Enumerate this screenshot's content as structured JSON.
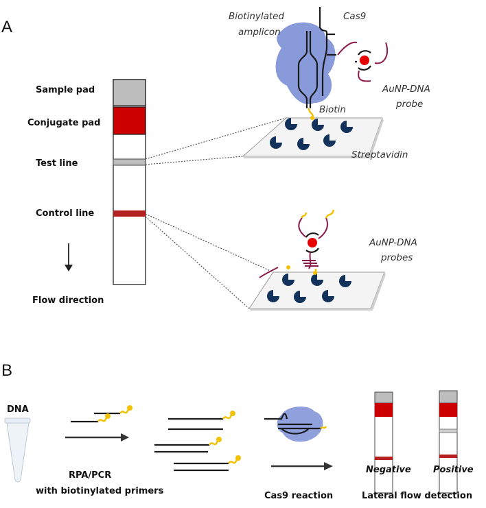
{
  "panels": {
    "a": "A",
    "b": "B"
  },
  "panel_a": {
    "strip_labels": {
      "sample_pad": "Sample pad",
      "conjugate_pad": "Conjugate pad",
      "test_line": "Test line",
      "control_line": "Control line",
      "flow_direction": "Flow direction"
    },
    "annotations": {
      "biotinylated_amplicon_1": "Biotinylated",
      "biotinylated_amplicon_2": "amplicon",
      "cas9": "Cas9",
      "aunp_probe_1": "AuNP-DNA",
      "aunp_probe_2": "probe",
      "biotin": "Biotin",
      "streptavidin": "Streptavidin",
      "aunp_probes_1": "AuNP-DNA",
      "aunp_probes_2": "probes"
    }
  },
  "panel_b": {
    "dna": "DNA",
    "rpa_pcr_1": "RPA/PCR",
    "rpa_pcr_2": "with biotinylated primers",
    "cas9_reaction": "Cas9 reaction",
    "lateral_flow": "Lateral flow detection",
    "negative": "Negative",
    "positive": "Positive"
  },
  "colors": {
    "sample_pad": "#bdbdbe",
    "conjugate_pad": "#cc0000",
    "control_line": "#b52020",
    "cas9": "#7b8fd6",
    "streptavidin": "#12325c",
    "biotin": "#f2c200",
    "gold_nanoparticle": "#e60000"
  }
}
